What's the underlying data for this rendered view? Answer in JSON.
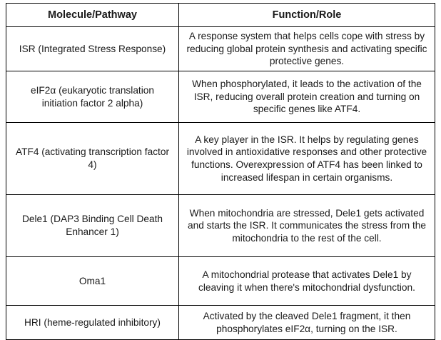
{
  "table": {
    "headers": [
      {
        "label": "Molecule/Pathway"
      },
      {
        "label": "Function/Role"
      }
    ],
    "rows": [
      {
        "id": "isr",
        "molecule": "ISR (Integrated Stress Response)",
        "function": "A response system that helps cells cope with stress by reducing global protein synthesis and activating specific protective genes."
      },
      {
        "id": "eif2a",
        "molecule": "eIF2α (eukaryotic translation initiation factor 2 alpha)",
        "function": "When phosphorylated, it leads to the activation of the ISR, reducing overall protein creation and turning on specific genes like ATF4."
      },
      {
        "id": "atf4",
        "molecule": "ATF4 (activating transcription factor 4)",
        "function": "A key player in the ISR. It helps by regulating genes involved in antioxidative responses and other protective functions. Overexpression of ATF4 has been linked to increased lifespan in certain organisms."
      },
      {
        "id": "dele1",
        "molecule": "Dele1 (DAP3 Binding Cell Death Enhancer 1)",
        "function": "When mitochondria are stressed, Dele1 gets activated and starts the ISR. It communicates the stress from the mitochondria to the rest of the cell."
      },
      {
        "id": "oma1",
        "molecule": "Oma1",
        "function": "A mitochondrial protease that activates Dele1 by cleaving it when there's mitochondrial dysfunction."
      },
      {
        "id": "hri",
        "molecule": "HRI (heme-regulated inhibitory)",
        "function": "Activated by the cleaved Dele1 fragment, it then phosphorylates eIF2α, turning on the ISR."
      }
    ]
  },
  "colors": {
    "border": "#000000",
    "text": "#1a1a1a",
    "background": "#ffffff"
  }
}
